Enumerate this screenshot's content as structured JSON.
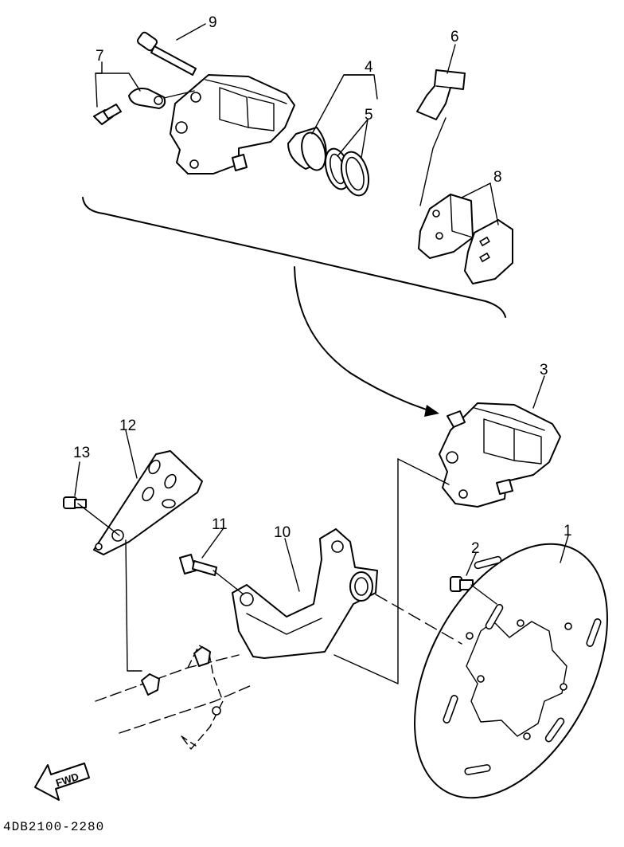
{
  "diagram_code": "4DB2100-2280",
  "fwd_label": "FWD",
  "callouts": {
    "p1": "1",
    "p2": "2",
    "p3": "3",
    "p4": "4",
    "p5": "5",
    "p6": "6",
    "p7": "7",
    "p8": "8",
    "p9": "9",
    "p10": "10",
    "p11": "11",
    "p12": "12",
    "p13": "13"
  },
  "colors": {
    "ink": "#000000",
    "paper": "#ffffff"
  }
}
